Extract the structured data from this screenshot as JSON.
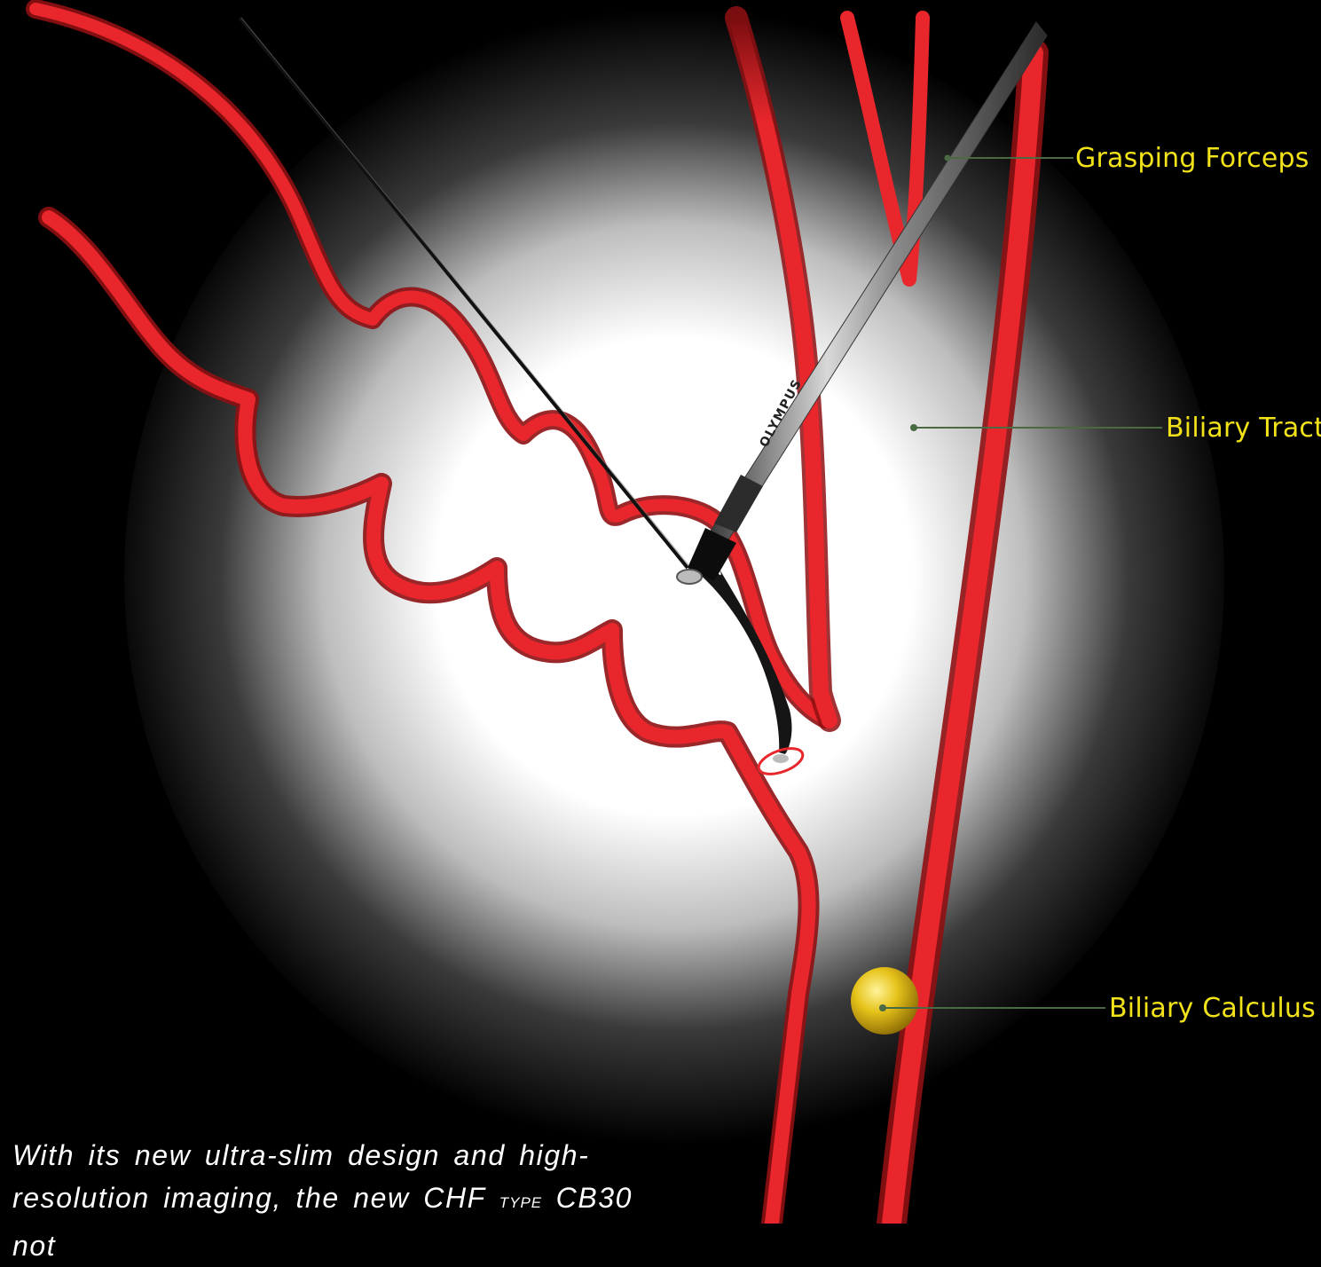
{
  "colors": {
    "background": "#000000",
    "glow": "#ffffff",
    "tract_red": "#e8262b",
    "tract_shadow": "#8f0f12",
    "callout_text": "#f2e21a",
    "leader_line": "#4a6a44",
    "calculus": "#f2cf1a"
  },
  "labels": {
    "forceps": "Grasping Forceps",
    "tract": "Biliary Tract",
    "calculus": "Biliary Calculus"
  },
  "scope": {
    "brand": "OLYMPUS"
  },
  "caption": {
    "part1": "With its new ultra-slim design and high-resolution imaging, the new CHF ",
    "type_word": "TYPE",
    "part2": " CB30 not"
  }
}
